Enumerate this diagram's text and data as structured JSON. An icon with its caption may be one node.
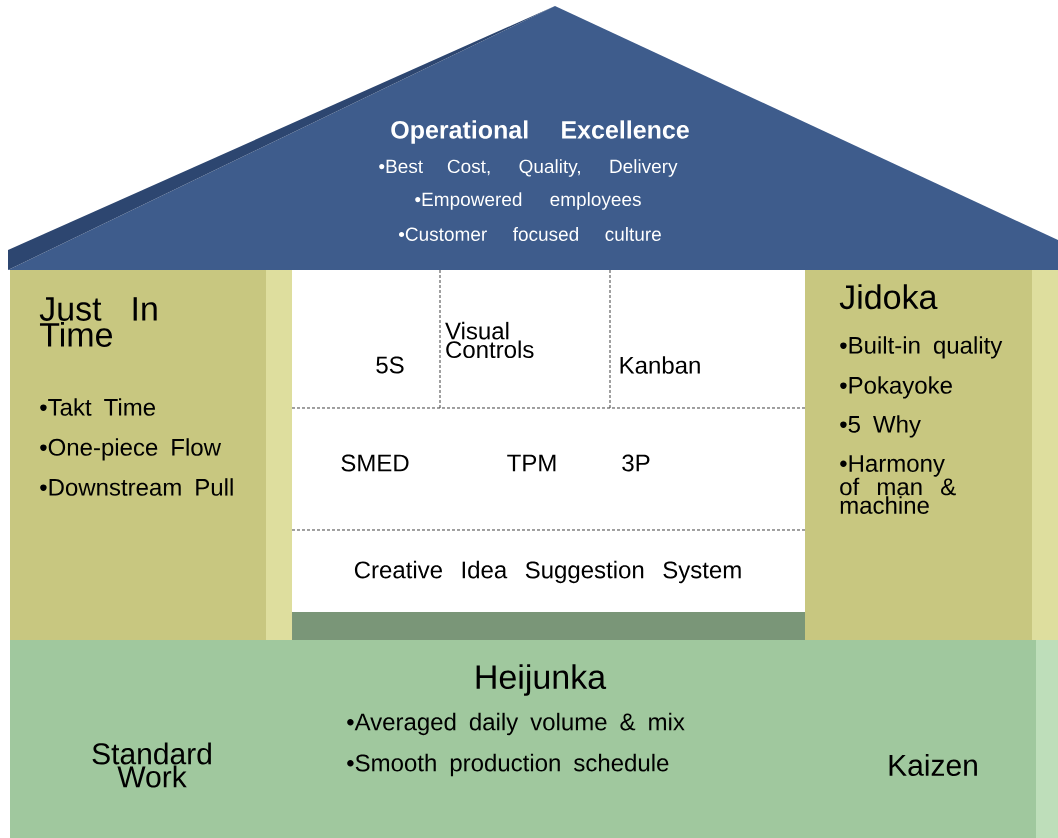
{
  "diagram": {
    "nodes": [
      {
        "text": [
          "Operational Excellence",
          "•Best Cost, Quality, Delivery",
          "•Empowered employees",
          "•Customer focused culture"
        ]
      },
      {
        "text": [
          "Just In Time",
          "•Takt Time",
          "•One-piece Flow",
          "•Downstream Pull"
        ]
      },
      {
        "text": [
          "5S"
        ]
      },
      {
        "text": [
          "Visual Controls"
        ]
      },
      {
        "text": [
          "Kanban"
        ]
      },
      {
        "text": [
          "SMED"
        ]
      },
      {
        "text": [
          "TPM"
        ]
      },
      {
        "text": [
          "3P"
        ]
      },
      {
        "text": [
          "Creative Idea Suggestion System"
        ]
      },
      {
        "text": [
          "Jidoka",
          "•Built-in quality",
          "•Pokayoke",
          "•5 Why",
          "•Harmony of man & machine"
        ]
      },
      {
        "text": [
          "Standard Work",
          "Heijunka",
          "•Averaged daily volume & mix",
          "•Smooth production schedule",
          "Kaizen"
        ]
      }
    ]
  }
}
